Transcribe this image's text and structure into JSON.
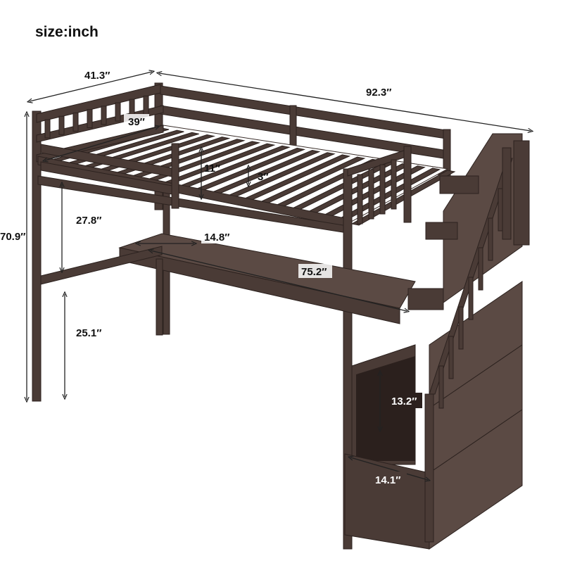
{
  "unit_label": "size:inch",
  "dimensions": {
    "bed_width": "41.3″",
    "bed_length": "92.3″",
    "total_height": "70.9″",
    "mattress_width": "39″",
    "guardrail_height": "11″",
    "slat_gap": "3″",
    "under_bed_clearance": "27.8″",
    "desk_depth": "14.8″",
    "desk_length": "75.2″",
    "desk_height": "25.1″",
    "step_height": "13.2″",
    "step_width": "14.1″"
  },
  "colors": {
    "wood": "#4a3b36",
    "wood_dark": "#2c221f",
    "background": "#ffffff"
  }
}
